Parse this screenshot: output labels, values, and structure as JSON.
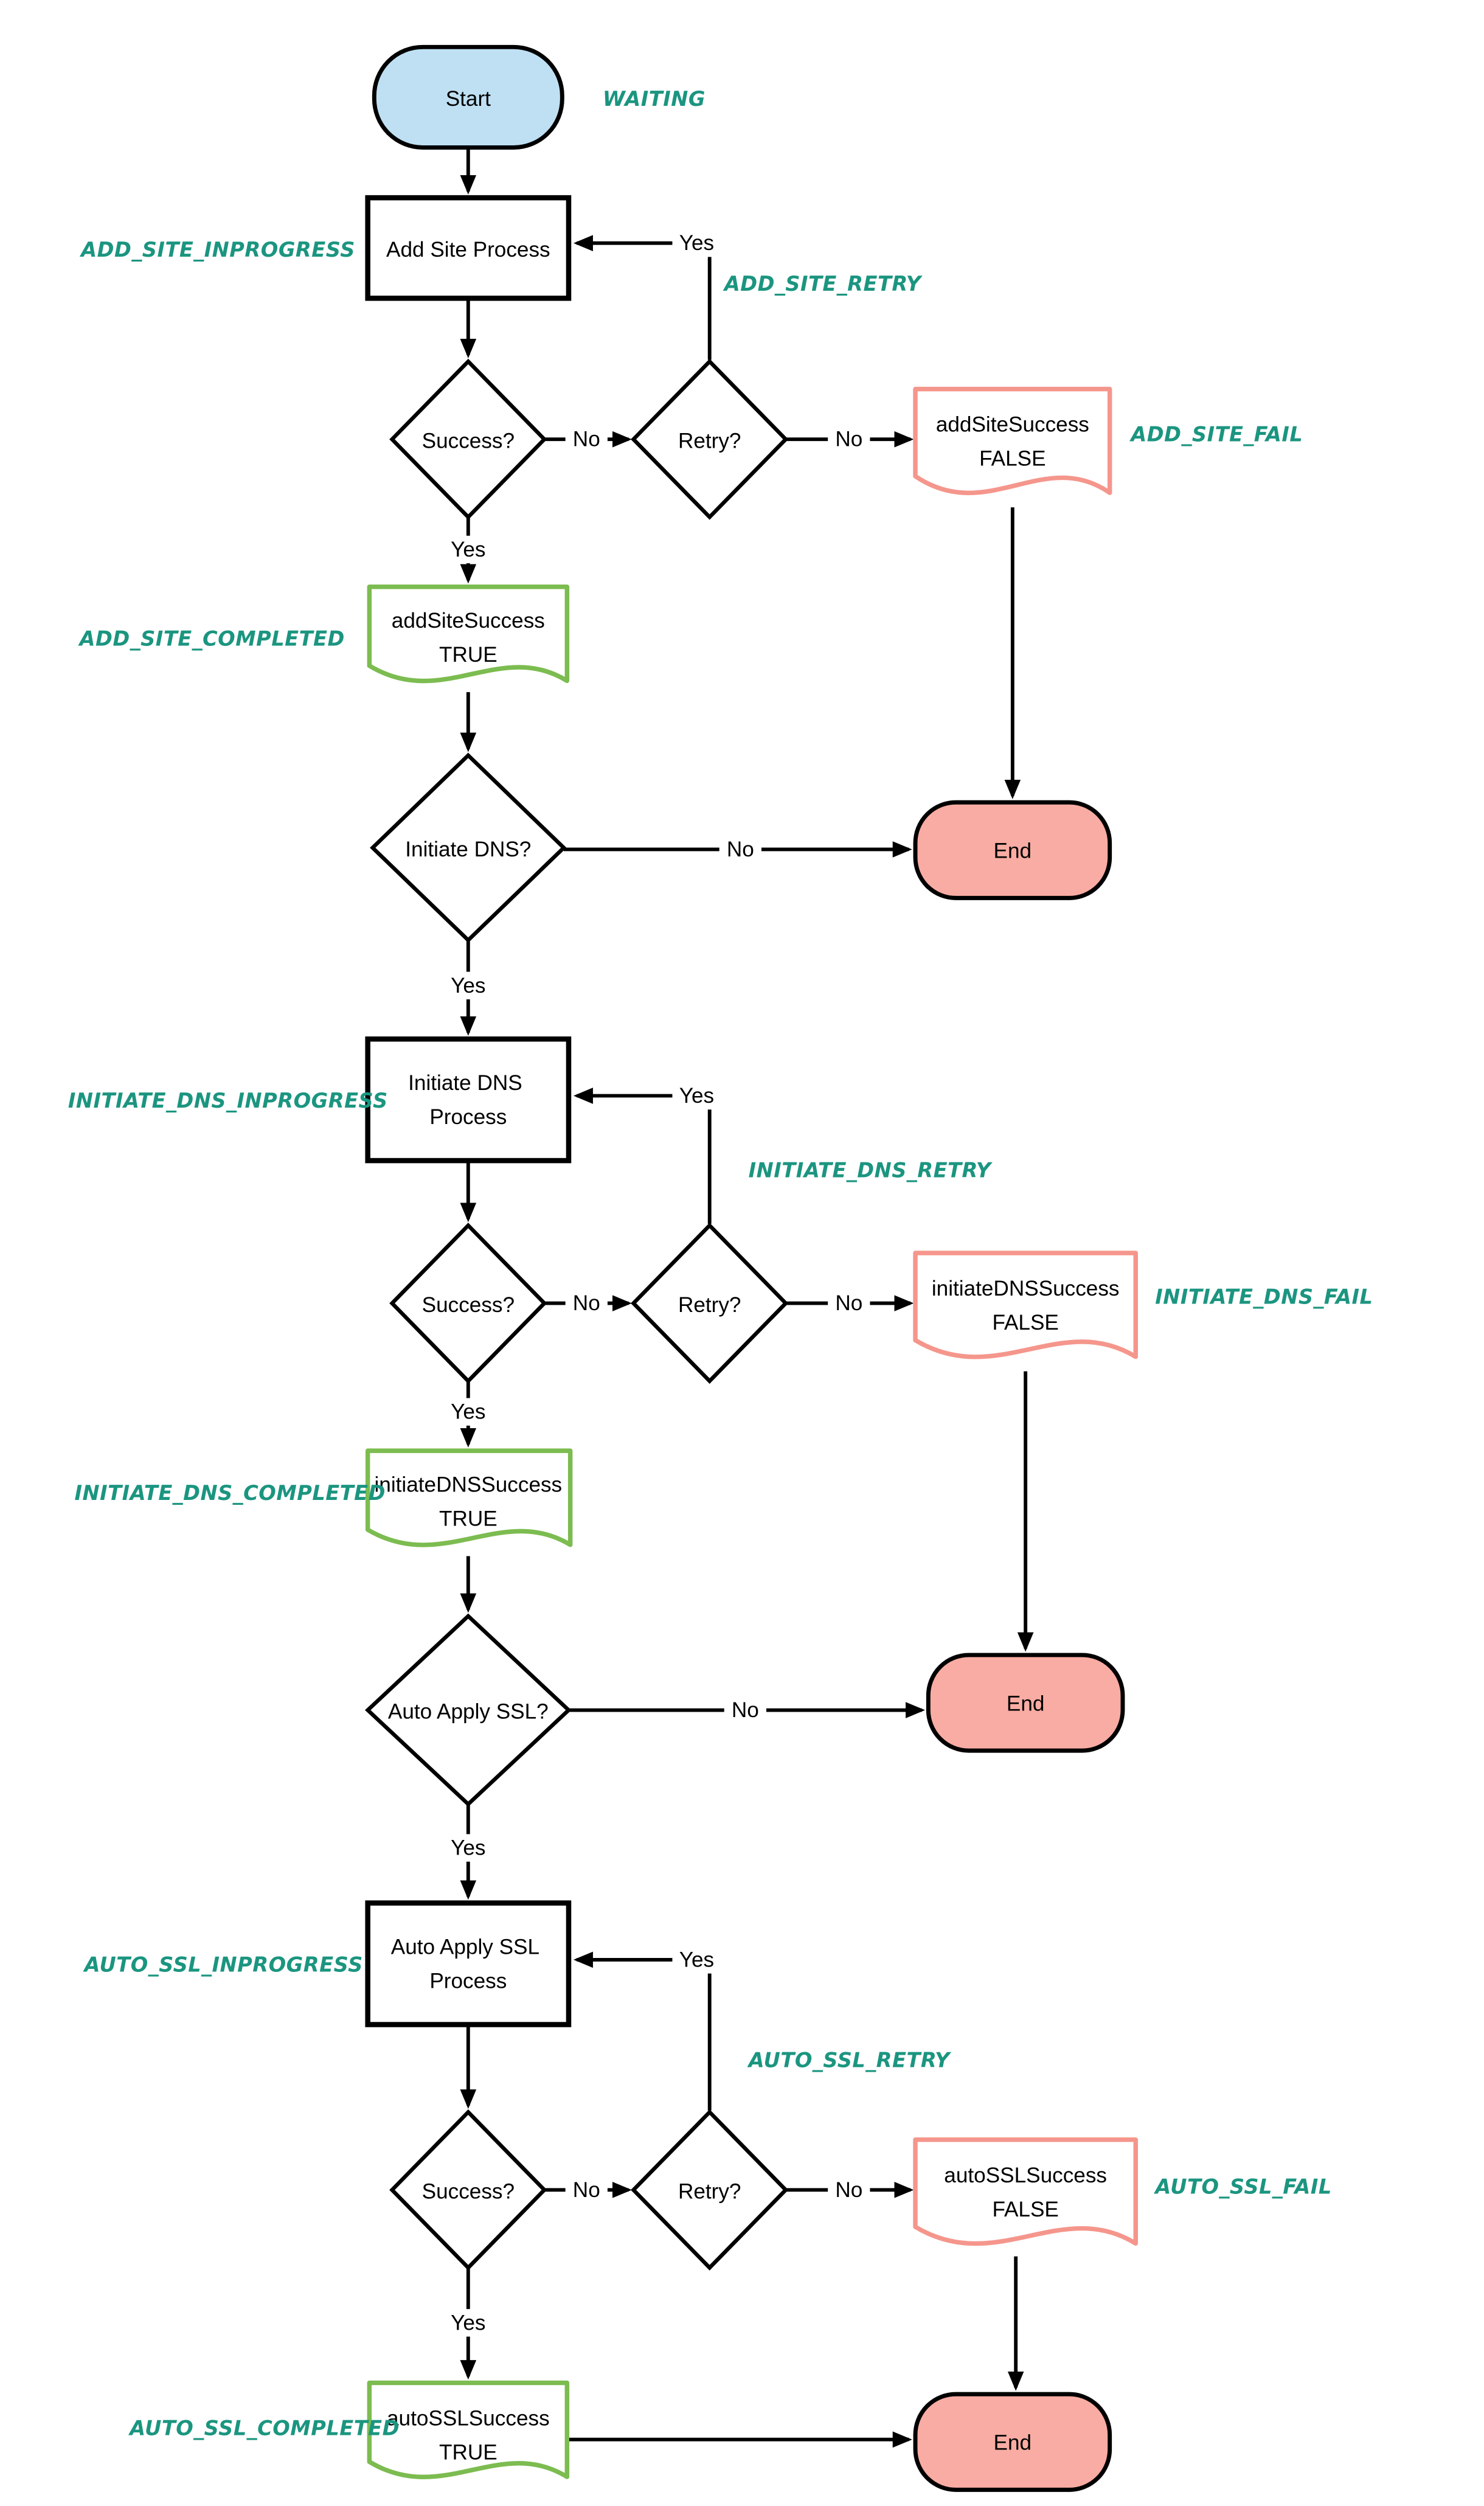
{
  "colors": {
    "background": "#FFFFFF",
    "line": "#000000",
    "start_fill": "#BFE0F3",
    "end_fill": "#F9ACA3",
    "fail_border": "#F5968C",
    "success_border": "#7CBC50",
    "state_label": "#1B9580"
  },
  "edge_labels": {
    "yes": "Yes",
    "no": "No"
  },
  "nodes": {
    "start": {
      "label": "Start"
    },
    "add_site_process": {
      "label": "Add Site Process"
    },
    "success_1": {
      "label": "Success?"
    },
    "retry_1": {
      "label": "Retry?"
    },
    "add_site_fail_doc": {
      "line1": "addSiteSuccess",
      "line2": "FALSE"
    },
    "add_site_true_doc": {
      "line1": "addSiteSuccess",
      "line2": "TRUE"
    },
    "initiate_dns_decision": {
      "label": "Initiate DNS?"
    },
    "end_1": {
      "label": "End"
    },
    "initiate_dns_process": {
      "line1": "Initiate DNS",
      "line2": "Process"
    },
    "success_2": {
      "label": "Success?"
    },
    "retry_2": {
      "label": "Retry?"
    },
    "initiate_dns_fail_doc": {
      "line1": "initiateDNSSuccess",
      "line2": "FALSE"
    },
    "initiate_dns_true_doc": {
      "line1": "initiateDNSSuccess",
      "line2": "TRUE"
    },
    "auto_ssl_decision": {
      "label": "Auto Apply SSL?"
    },
    "end_2": {
      "label": "End"
    },
    "auto_ssl_process": {
      "line1": "Auto Apply SSL",
      "line2": "Process"
    },
    "success_3": {
      "label": "Success?"
    },
    "retry_3": {
      "label": "Retry?"
    },
    "auto_ssl_fail_doc": {
      "line1": "autoSSLSuccess",
      "line2": "FALSE"
    },
    "auto_ssl_true_doc": {
      "line1": "autoSSLSuccess",
      "line2": "TRUE"
    },
    "end_3": {
      "label": "End"
    }
  },
  "state_labels": {
    "waiting": "WAITING",
    "add_site_inprogress": "ADD_SITE_INPROGRESS",
    "add_site_retry": "ADD_SITE_RETRY",
    "add_site_fail": "ADD_SITE_FAIL",
    "add_site_completed": "ADD_SITE_COMPLETED",
    "initiate_dns_inprogress": "INITIATE_DNS_INPROGRESS",
    "initiate_dns_retry": "INITIATE_DNS_RETRY",
    "initiate_dns_fail": "INITIATE_DNS_FAIL",
    "initiate_dns_completed": "INITIATE_DNS_COMPLETED",
    "auto_ssl_inprogress": "AUTO_SSL_INPROGRESS",
    "auto_ssl_retry": "AUTO_SSL_RETRY",
    "auto_ssl_fail": "AUTO_SSL_FAIL",
    "auto_ssl_completed": "AUTO_SSL_COMPLETED"
  }
}
